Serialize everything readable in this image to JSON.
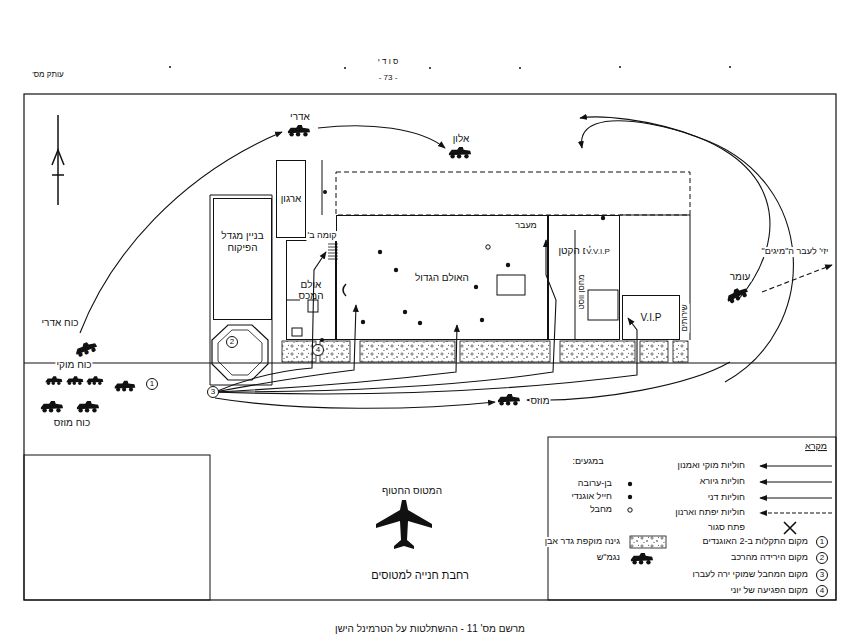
{
  "diagram": {
    "caption": "מרשם מס' 11 - ההשתלטות על הטרמינל הישן",
    "nodes": [
      {
        "text": [
          "בניין מגדל הפיקוח"
        ]
      },
      {
        "text": [
          "ארגון"
        ]
      },
      {
        "text": [
          "אולם המכס"
        ]
      },
      {
        "text": [
          "האולם הגדול"
        ]
      },
      {
        "text": [
          "האולם הקטן"
        ]
      },
      {
        "text": [
          "V.I.P"
        ]
      }
    ],
    "labels": [
      "עותק מס'",
      "ס ו ד י",
      "- 73 -",
      "אדרי",
      "אלון",
      "עומר",
      "מוזס",
      "כוח אדרי",
      "כוח מוקי",
      "כוח מוזס",
      "יזי' לעבר ה\"מיגים\"",
      "קומה ב'",
      "מעבר",
      "V.V.I.P",
      "מחסן ווסט",
      "שירותים",
      "המטוס החטוף",
      "רחבת חנייה למטוסים",
      "מקרא",
      "במגעים:",
      "1",
      "2",
      "3",
      "4",
      "1",
      "2",
      "3",
      "4"
    ],
    "legend": [
      {
        "text": "חוליות מוקי ואמנון"
      },
      {
        "text": "חוליות גיורא"
      },
      {
        "text": "חוליות דני"
      },
      {
        "text": "חוליות יפתח וארנון"
      },
      {
        "text": "פתח סגור"
      },
      {
        "text": "בן-ערובה"
      },
      {
        "text": "חייל אוגנדי"
      },
      {
        "text": "מחבל"
      },
      {
        "text": "גינה מוקפת גדר אבן"
      },
      {
        "text": "נגמ\"ש"
      },
      {
        "text": "מקום התקלות ב-2 האוגנדים"
      },
      {
        "text": "מקום הירידה מהרכב"
      },
      {
        "text": "מקום המחבל שמוקי ירה לעברו"
      },
      {
        "text": "מקום הפגיעה של יוני"
      }
    ]
  }
}
